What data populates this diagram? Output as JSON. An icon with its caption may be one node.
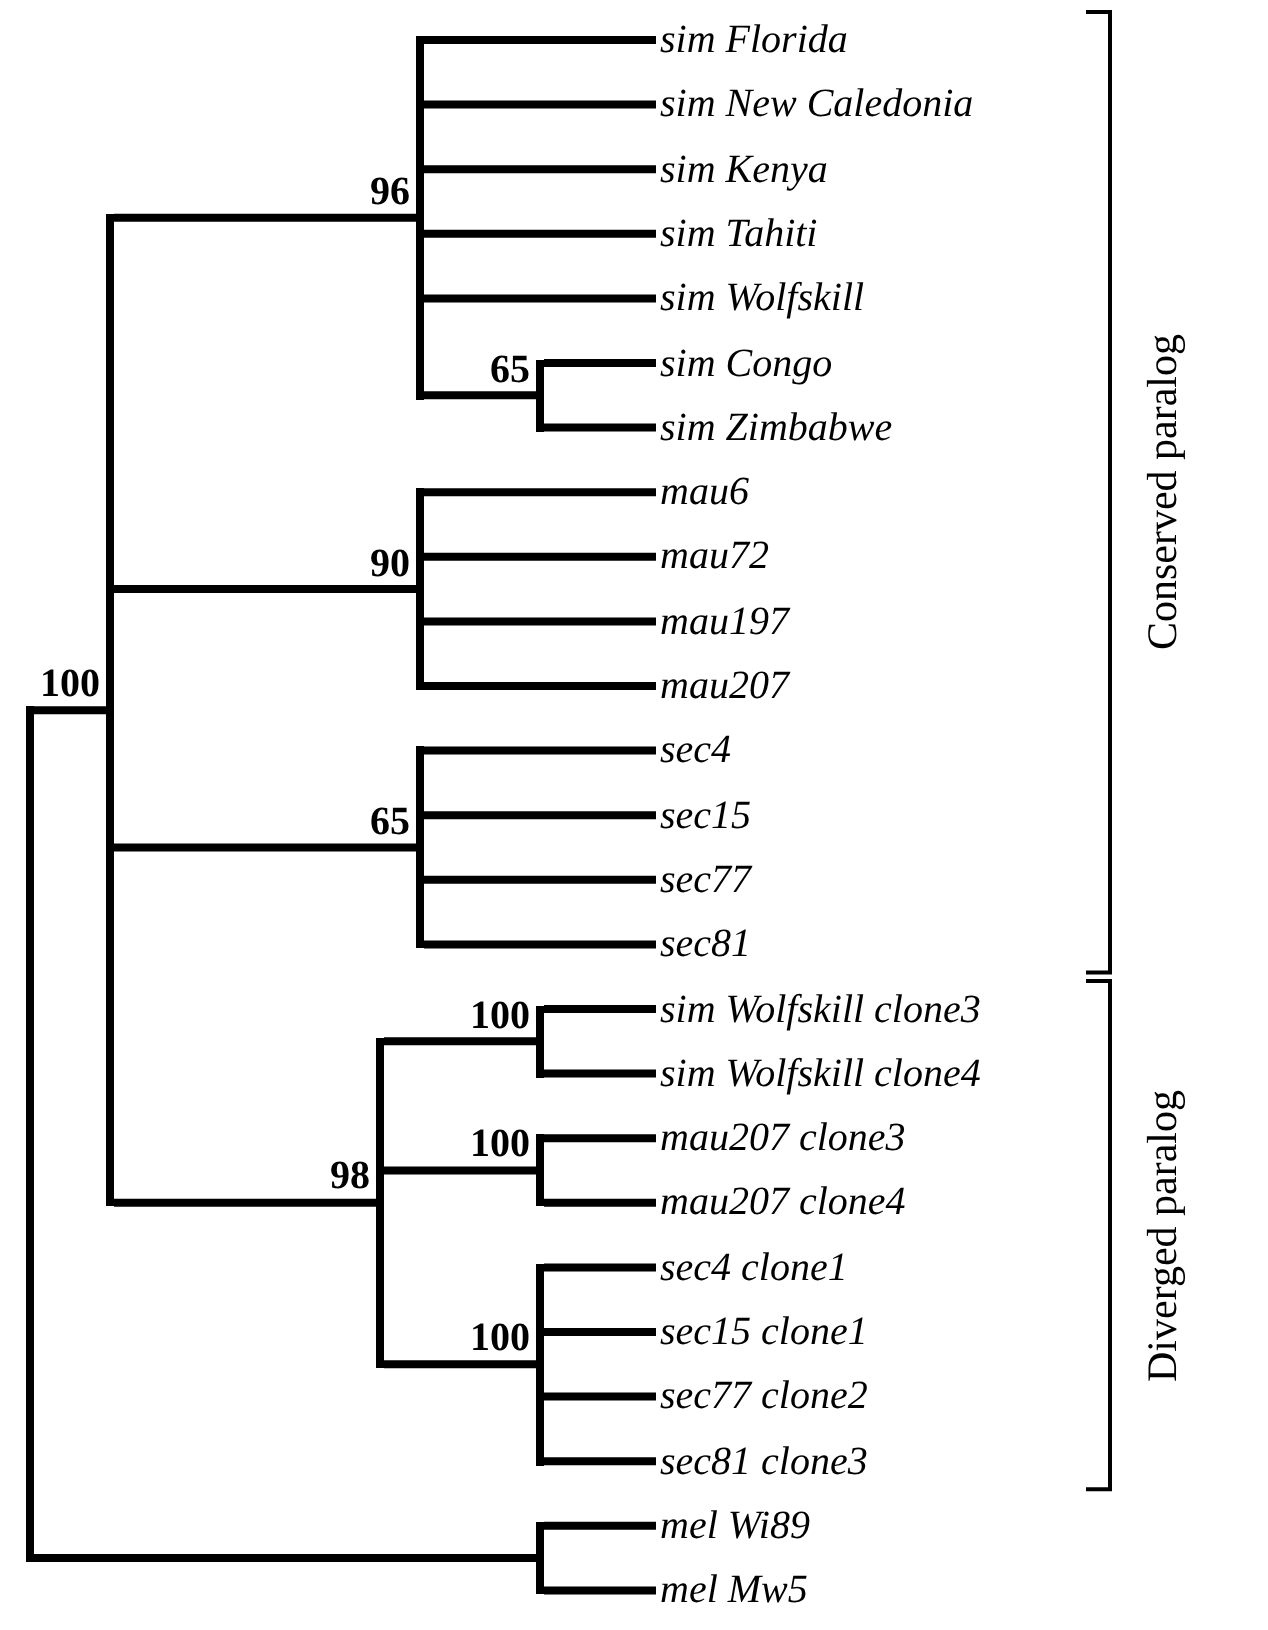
{
  "diagram": {
    "nodes": [
      {
        "text": [],
        "shape": "bar"
      },
      {
        "text": [],
        "shape": "bar",
        "beside": [
          "100"
        ]
      },
      {
        "text": [],
        "shape": "bar",
        "beside": [
          "96"
        ]
      },
      {
        "text": [
          "sim Florida"
        ]
      },
      {
        "text": [
          "sim New Caledonia"
        ]
      },
      {
        "text": [
          "sim Kenya"
        ]
      },
      {
        "text": [
          "sim Tahiti"
        ]
      },
      {
        "text": [
          "sim Wolfskill"
        ]
      },
      {
        "text": [],
        "shape": "bar",
        "beside": [
          "65"
        ]
      },
      {
        "text": [
          "sim Congo"
        ]
      },
      {
        "text": [
          "sim Zimbabwe"
        ]
      },
      {
        "text": [],
        "shape": "bar",
        "beside": [
          "90"
        ]
      },
      {
        "text": [
          "mau6"
        ]
      },
      {
        "text": [
          "mau72"
        ]
      },
      {
        "text": [
          "mau197"
        ]
      },
      {
        "text": [
          "mau207"
        ]
      },
      {
        "text": [],
        "shape": "bar",
        "beside": [
          "65"
        ]
      },
      {
        "text": [
          "sec4"
        ]
      },
      {
        "text": [
          "sec15"
        ]
      },
      {
        "text": [
          "sec77"
        ]
      },
      {
        "text": [
          "sec81"
        ]
      },
      {
        "text": [],
        "shape": "bar",
        "beside": [
          "98"
        ]
      },
      {
        "text": [],
        "shape": "bar",
        "beside": [
          "100"
        ]
      },
      {
        "text": [
          "sim Wolfskill clone3"
        ]
      },
      {
        "text": [
          "sim Wolfskill clone4"
        ]
      },
      {
        "text": [],
        "shape": "bar",
        "beside": [
          "100"
        ]
      },
      {
        "text": [
          "mau207 clone3"
        ]
      },
      {
        "text": [
          "mau207 clone4"
        ]
      },
      {
        "text": [],
        "shape": "bar",
        "beside": [
          "100"
        ]
      },
      {
        "text": [
          "sec4 clone1"
        ]
      },
      {
        "text": [
          "sec15 clone1"
        ]
      },
      {
        "text": [
          "sec77 clone2"
        ]
      },
      {
        "text": [
          "sec81 clone3"
        ]
      },
      {
        "text": [],
        "shape": "bar"
      },
      {
        "text": [
          "mel Wi89"
        ]
      },
      {
        "text": [
          "mel Mw5"
        ]
      }
    ],
    "edges": [
      {
        "from": 0,
        "to": 1,
        "arrow": "none"
      },
      {
        "from": 1,
        "to": 2,
        "arrow": "none"
      },
      {
        "from": 2,
        "to": 3,
        "arrow": "none"
      },
      {
        "from": 2,
        "to": 4,
        "arrow": "none"
      },
      {
        "from": 2,
        "to": 5,
        "arrow": "none"
      },
      {
        "from": 2,
        "to": 6,
        "arrow": "none"
      },
      {
        "from": 2,
        "to": 7,
        "arrow": "none"
      },
      {
        "from": 2,
        "to": 8,
        "arrow": "none"
      },
      {
        "from": 8,
        "to": 9,
        "arrow": "none"
      },
      {
        "from": 8,
        "to": 10,
        "arrow": "none"
      },
      {
        "from": 1,
        "to": 11,
        "arrow": "none"
      },
      {
        "from": 11,
        "to": 12,
        "arrow": "none"
      },
      {
        "from": 11,
        "to": 13,
        "arrow": "none"
      },
      {
        "from": 11,
        "to": 14,
        "arrow": "none"
      },
      {
        "from": 11,
        "to": 15,
        "arrow": "none"
      },
      {
        "from": 1,
        "to": 16,
        "arrow": "none"
      },
      {
        "from": 16,
        "to": 17,
        "arrow": "none"
      },
      {
        "from": 16,
        "to": 18,
        "arrow": "none"
      },
      {
        "from": 16,
        "to": 19,
        "arrow": "none"
      },
      {
        "from": 16,
        "to": 20,
        "arrow": "none"
      },
      {
        "from": 1,
        "to": 21,
        "arrow": "none"
      },
      {
        "from": 21,
        "to": 22,
        "arrow": "none"
      },
      {
        "from": 22,
        "to": 23,
        "arrow": "none"
      },
      {
        "from": 22,
        "to": 24,
        "arrow": "none"
      },
      {
        "from": 21,
        "to": 25,
        "arrow": "none"
      },
      {
        "from": 25,
        "to": 26,
        "arrow": "none"
      },
      {
        "from": 25,
        "to": 27,
        "arrow": "none"
      },
      {
        "from": 21,
        "to": 28,
        "arrow": "none"
      },
      {
        "from": 28,
        "to": 29,
        "arrow": "none"
      },
      {
        "from": 28,
        "to": 30,
        "arrow": "none"
      },
      {
        "from": 28,
        "to": 31,
        "arrow": "none"
      },
      {
        "from": 28,
        "to": 32,
        "arrow": "none"
      },
      {
        "from": 0,
        "to": 33,
        "arrow": "none"
      },
      {
        "from": 33,
        "to": 34,
        "arrow": "none"
      },
      {
        "from": 33,
        "to": 35,
        "arrow": "none"
      }
    ],
    "labels": [
      "Conserved paralog",
      "Diverged paralog"
    ]
  }
}
